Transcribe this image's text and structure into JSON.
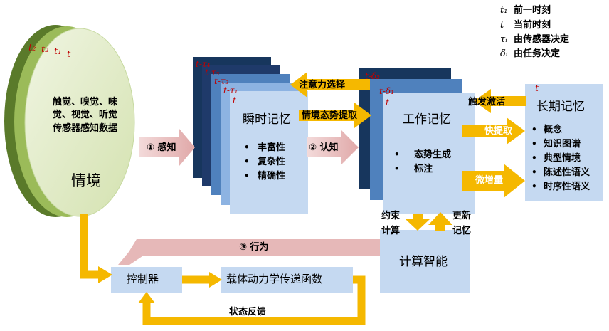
{
  "legend": [
    {
      "symbol": "t₁",
      "text": "前一时刻"
    },
    {
      "symbol": "t",
      "text": "当前时刻"
    },
    {
      "symbol": "τᵢ",
      "text": "由传感器决定"
    },
    {
      "symbol": "δᵢ",
      "text": "由任务决定"
    }
  ],
  "situation": {
    "times": [
      "t₂",
      "t₂",
      "t₁",
      "t"
    ],
    "sensor_text": [
      "触觉、嗅觉、味",
      "觉、视觉、听觉",
      "传感器感知数据"
    ],
    "label": "情境"
  },
  "sensory": {
    "stack_labels": [
      "t-τ₄",
      "t-τ₃",
      "t-τ₂",
      "t-τ₁",
      "t"
    ],
    "title": "瞬时记忆",
    "bullets": [
      "丰富性",
      "复杂性",
      "精确性"
    ]
  },
  "working": {
    "stack_labels": [
      "t-δ₂",
      "t-δ₁",
      "t"
    ],
    "title": "工作记忆",
    "bullets": [
      "态势生成",
      "标注"
    ]
  },
  "longterm": {
    "time": "t",
    "title": "长期记忆",
    "bullets": [
      "概念",
      "知识图谱",
      "典型情境",
      "陈述性语义",
      "时序性语义"
    ]
  },
  "arrows": {
    "perception": "① 感知",
    "cognition": "② 认知",
    "action": "③ 行为",
    "attention": "注意力选择",
    "extraction": "情境态势提取",
    "trigger": "触发激活",
    "fast_extract": "快提取",
    "increment": "微增量",
    "constraint": [
      "约束",
      "计算"
    ],
    "update": [
      "更新",
      "记忆"
    ],
    "feedback": "状态反馈"
  },
  "boxes": {
    "compute": "计算智能",
    "controller": "控制器",
    "carrier": "载体动力学传递函数"
  },
  "colors": {
    "box": "#c5d9f1",
    "dark": "#17365d",
    "mid": "#4f81bd",
    "light": "#8db3e2",
    "gold": "#f5b800",
    "pink": "#e6b8b8",
    "green": "#77933c",
    "greenLight": "#d7e4bd"
  }
}
